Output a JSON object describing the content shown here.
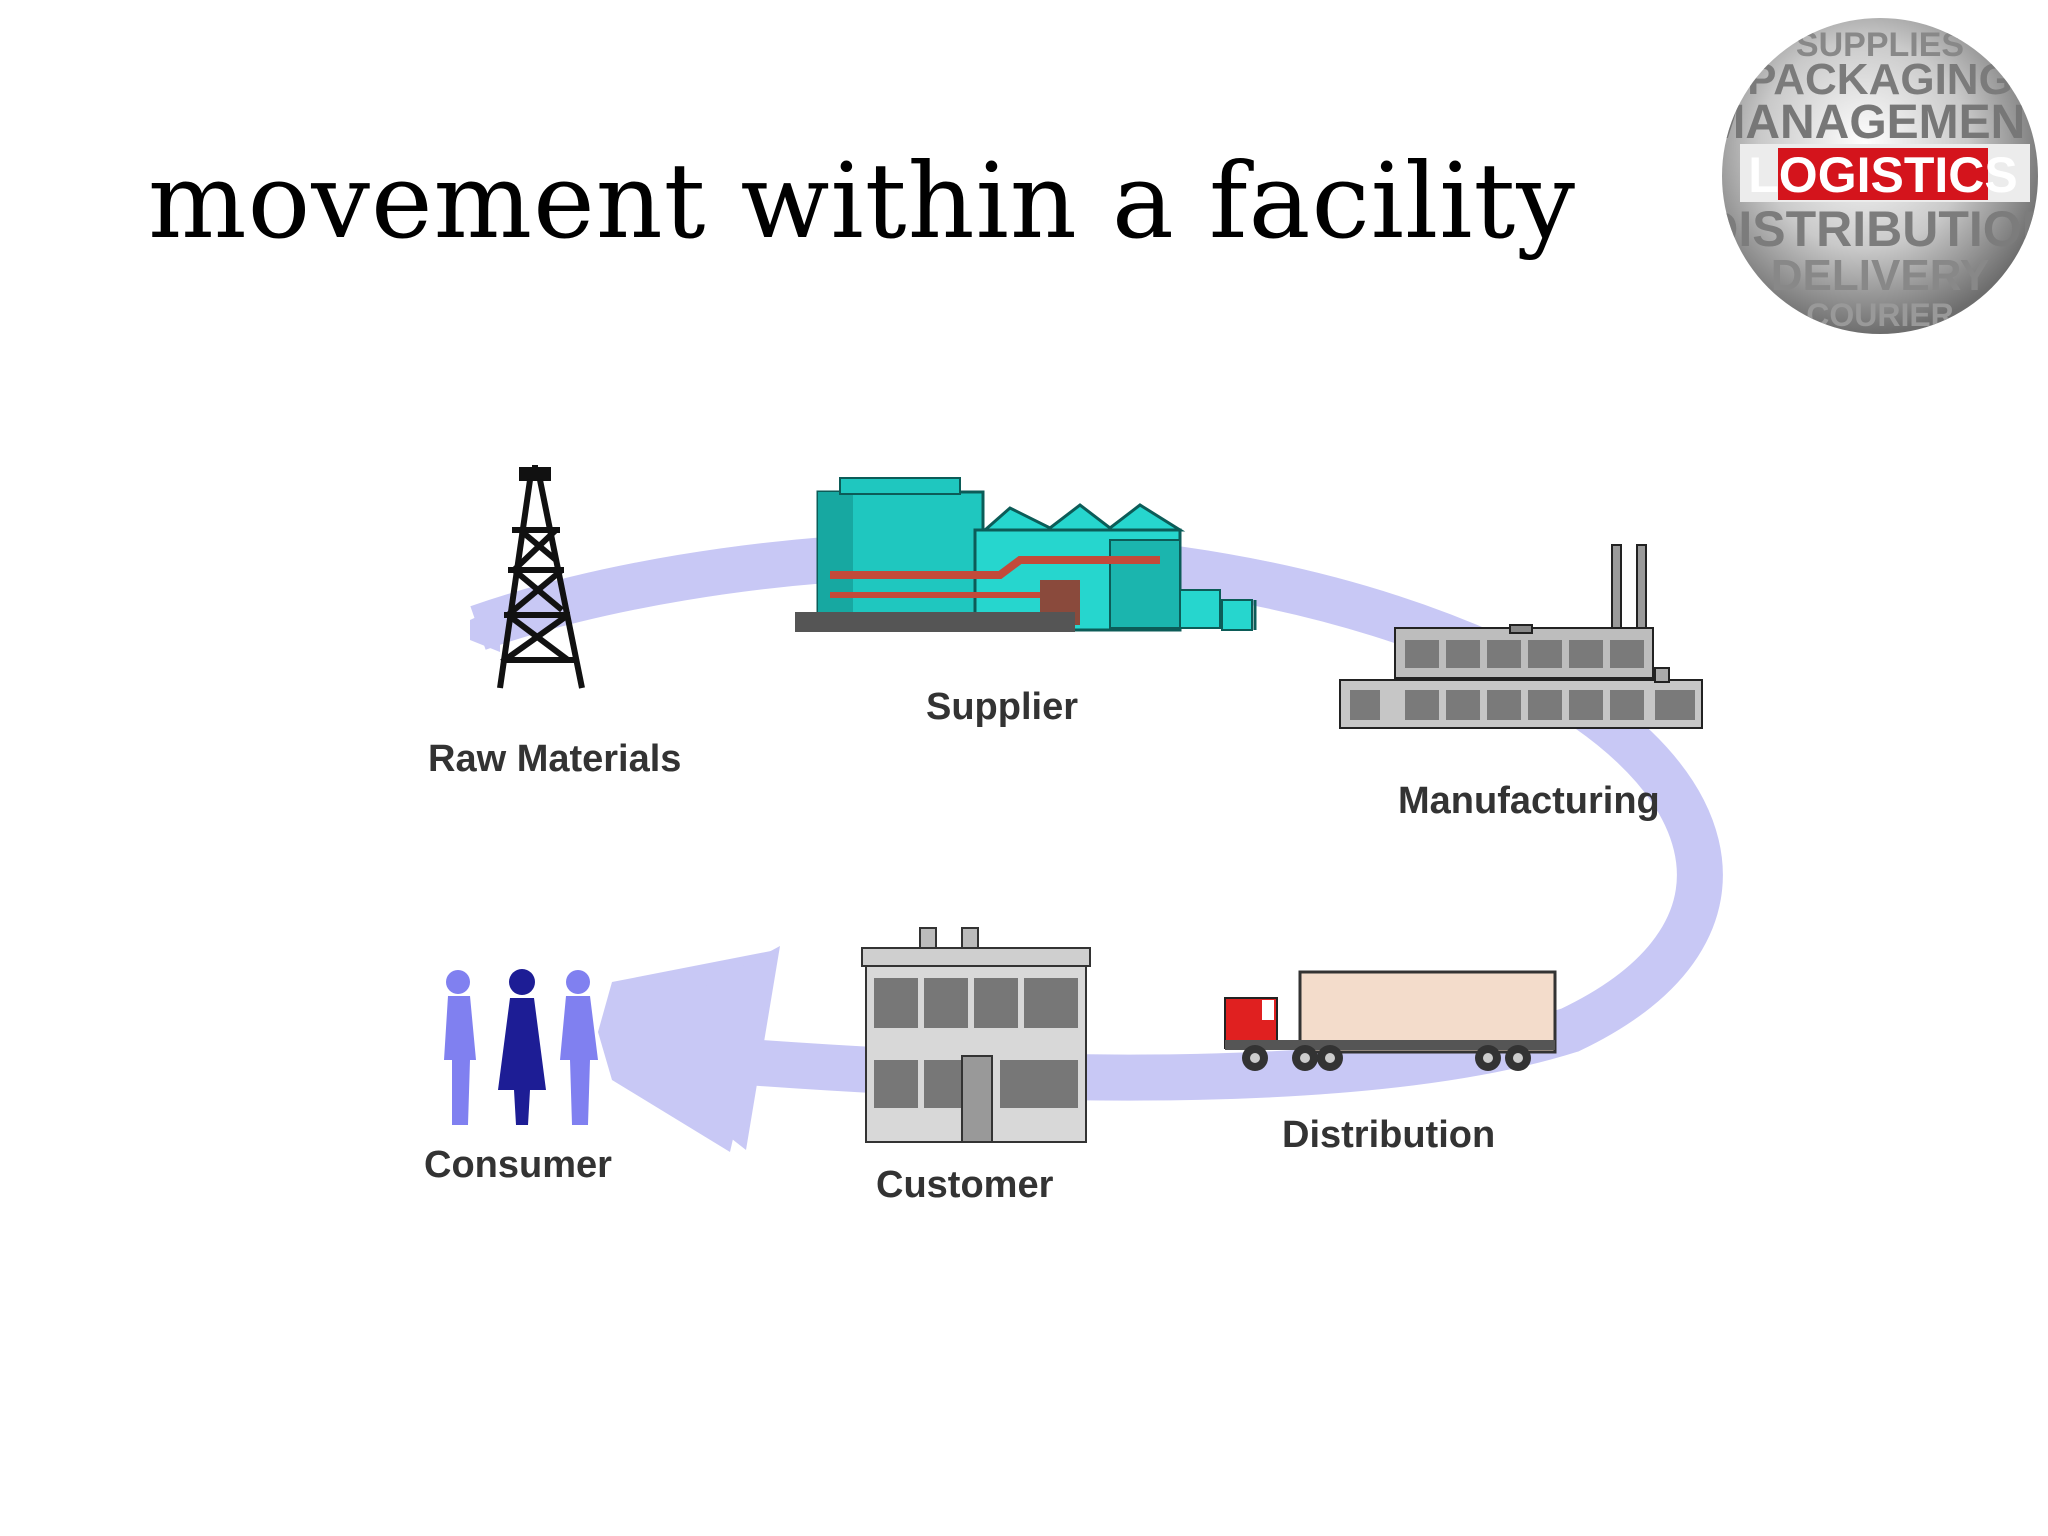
{
  "slide": {
    "title": "movement within a facility"
  },
  "logo": {
    "words": [
      "SUPPLIES",
      "PACKAGING",
      "MANAGEMENT",
      "LOGISTICS",
      "DISTRIBUTION",
      "DELIVERY",
      "COURIER"
    ],
    "accent_color": "#d4141c"
  },
  "diagram": {
    "flow_color": "#c8c8f5",
    "stages": [
      {
        "id": "raw-materials",
        "label": "Raw Materials",
        "icon": "oil-derrick-icon"
      },
      {
        "id": "supplier",
        "label": "Supplier",
        "icon": "industrial-plant-icon"
      },
      {
        "id": "manufacturing",
        "label": "Manufacturing",
        "icon": "factory-icon"
      },
      {
        "id": "distribution",
        "label": "Distribution",
        "icon": "truck-icon"
      },
      {
        "id": "customer",
        "label": "Customer",
        "icon": "store-building-icon"
      },
      {
        "id": "consumer",
        "label": "Consumer",
        "icon": "people-icon"
      }
    ]
  }
}
